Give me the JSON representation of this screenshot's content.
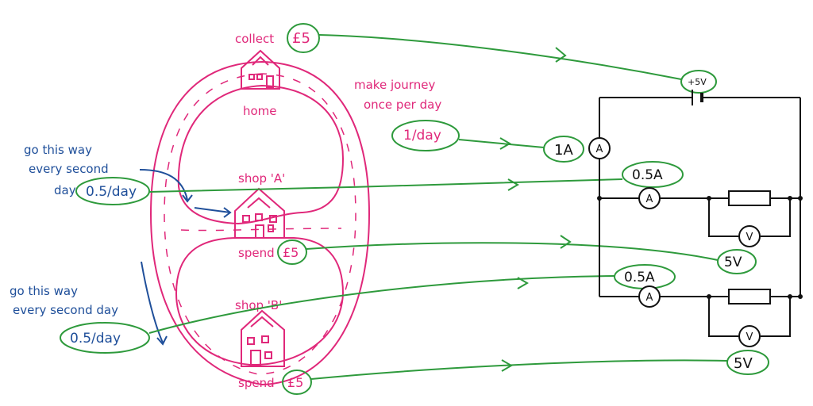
{
  "analogy": {
    "collect": "collect",
    "collect_amount": "£5",
    "home": "home",
    "journey_line1": "make journey",
    "journey_line2": "once per day",
    "journey_rate": "1/day",
    "shop_a": "shop 'A'",
    "shop_b": "shop 'B'",
    "spend_a": "spend",
    "spend_a_amount": "£5",
    "spend_b": "spend",
    "spend_b_amount": "£5",
    "note_a_line1": "go this way",
    "note_a_line2": "every second",
    "note_a_line3": "day",
    "note_a_rate": "0.5/day",
    "note_b_line1": "go this way",
    "note_b_line2": "every second day",
    "note_b_rate": "0.5/day"
  },
  "circuit": {
    "battery_label": "+5V",
    "total_current": "1A",
    "branch_a_current": "0.5A",
    "branch_b_current": "0.5A",
    "branch_a_voltage": "5V",
    "branch_b_voltage": "5V",
    "ammeter_symbol": "A",
    "voltmeter_symbol": "V"
  },
  "colors": {
    "road": "#e0287a",
    "note": "#1f4f9a",
    "highlight": "#2e9a3c",
    "wire": "#111111"
  }
}
